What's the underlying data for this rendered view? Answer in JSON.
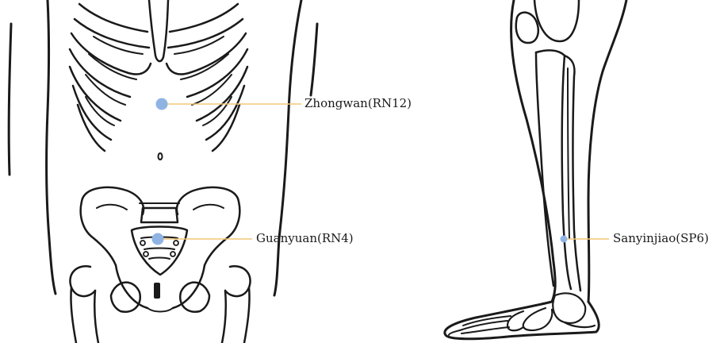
{
  "acupoints": [
    {
      "name": "Zhongwan(RN12)"
    },
    {
      "name": "Guanyuan(RN4)"
    },
    {
      "name": "Sanyinjiao(SP6)"
    }
  ],
  "colors": {
    "point": "#8fb4e4",
    "leader_line": "#f2c978",
    "ink": "#1a1a1a"
  }
}
